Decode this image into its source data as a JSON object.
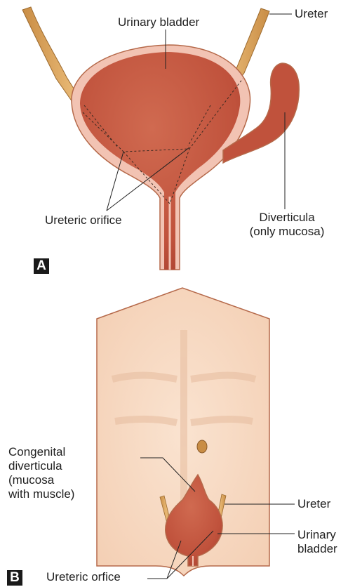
{
  "panel_a": {
    "letter": "A",
    "labels": {
      "urinary_bladder": "Urinary bladder",
      "ureter": "Ureter",
      "ureteric_orifice": "Ureteric orifice",
      "diverticula_line1": "Diverticula",
      "diverticula_line2": "(only mucosa)"
    }
  },
  "panel_b": {
    "letter": "B",
    "labels": {
      "congenital_line1": "Congenital",
      "congenital_line2": "diverticula",
      "congenital_line3": "(mucosa",
      "congenital_line4": "with muscle)",
      "ureter": "Ureter",
      "urinary_line1": "Urinary",
      "urinary_line2": "bladder",
      "ureteric_orfice": "Ureteric orfice"
    }
  },
  "colors": {
    "bladder_fill": "#c65a43",
    "bladder_dark": "#a83f2e",
    "bladder_wall": "#f2c3b3",
    "ureter_fill": "#d9a25a",
    "skin_fill": "#f7d7be",
    "skin_outline": "#b5694a",
    "leader_line": "#222222"
  }
}
